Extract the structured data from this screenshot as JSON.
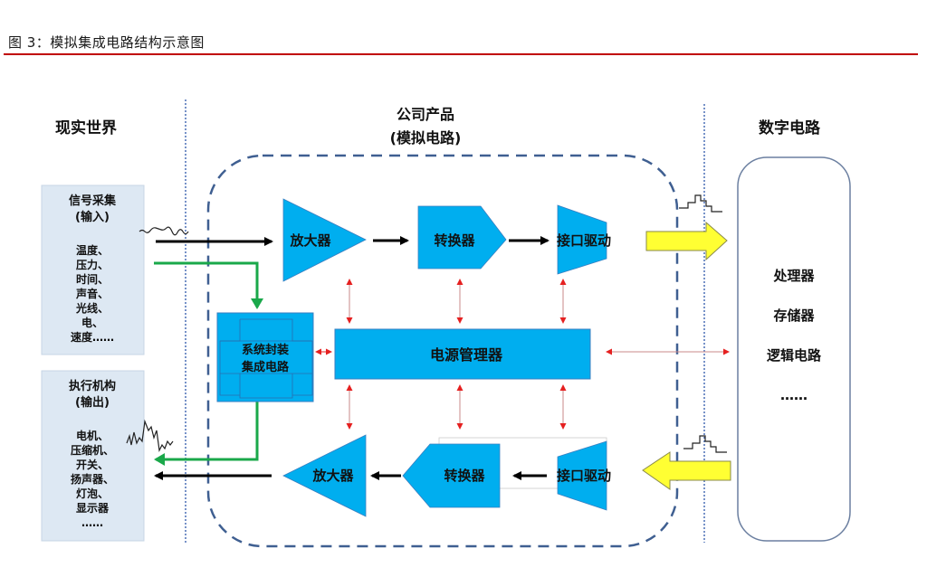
{
  "caption": "图 3：模拟集成电路结构示意图",
  "colors": {
    "caption_rule": "#c00000",
    "block_fill": "#00aeef",
    "side_box_fill": "#dde8f3",
    "dashed_border": "#3f5f91",
    "dotted_divider": "#4a6fb5",
    "signal_arrow": "#000000",
    "feedback_arrow": "#1aa84a",
    "digital_arrow_fill": "#ffff33",
    "power_arrow": "#e52020"
  },
  "sections": {
    "real_world": {
      "title": "现实世界"
    },
    "product": {
      "title_line1": "公司产品",
      "title_line2": "(模拟电路)"
    },
    "digital": {
      "title": "数字电路"
    }
  },
  "input_box": {
    "title_line1": "信号采集",
    "title_line2": "(输入)",
    "items": [
      "温度、",
      "压力、",
      "时间、",
      "声音、",
      "光线、",
      "电、",
      "速度……"
    ]
  },
  "output_box": {
    "title_line1": "执行机构",
    "title_line2": "(输出)",
    "items": [
      "电机、",
      "压缩机、",
      "开关、",
      "扬声器、",
      "灯泡、",
      "显示器",
      "……"
    ]
  },
  "top_chain": {
    "amplifier": "放大器",
    "converter": "转换器",
    "interface": "接口驱动"
  },
  "middle": {
    "sip_line1": "系统封装",
    "sip_line2": "集成电路",
    "power_manager": "电源管理器"
  },
  "bottom_chain": {
    "amplifier": "放大器",
    "converter": "转换器",
    "interface": "接口驱动"
  },
  "digital_box": {
    "items": [
      "处理器",
      "存储器",
      "逻辑电路",
      "……"
    ]
  }
}
